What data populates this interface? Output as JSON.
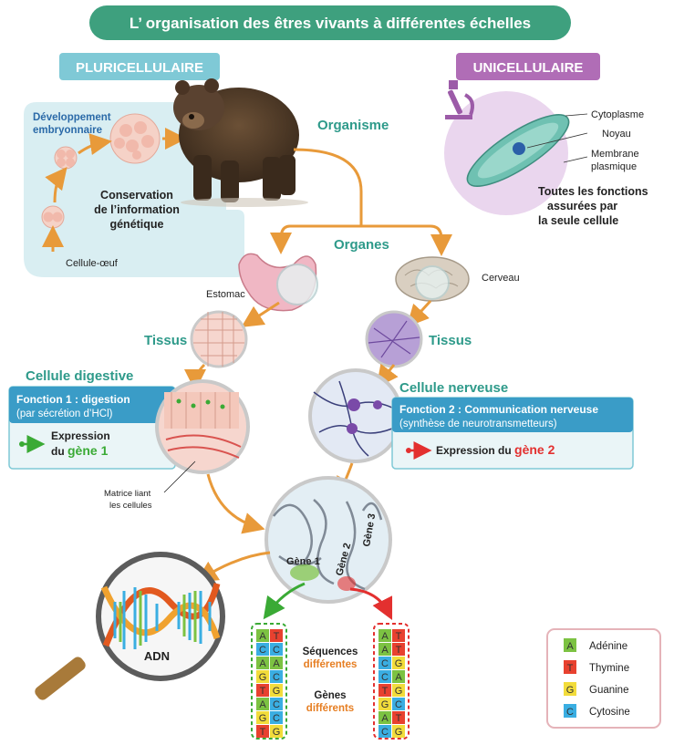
{
  "title": "L’ organisation des êtres vivants à différentes échelles",
  "multicellular": {
    "badge": "PLURICELLULAIRE",
    "dev_label_1": "Développement",
    "dev_label_2": "embryonnaire",
    "conserv_1": "Conservation",
    "conserv_2": "de l’information",
    "conserv_3": "génétique",
    "egg_label": "Cellule-œuf"
  },
  "unicellular": {
    "badge": "UNICELLULAIRE",
    "cytoplasm": "Cytoplasme",
    "nucleus": "Noyau",
    "membrane_1": "Membrane",
    "membrane_2": "plasmique",
    "summary_1": "Toutes les fonctions",
    "summary_2": "assurées par",
    "summary_3": "la seule cellule"
  },
  "levels": {
    "organism": "Organisme",
    "organs": "Organes",
    "stomach": "Estomac",
    "brain": "Cerveau",
    "tissue_left": "Tissus",
    "tissue_right": "Tissus"
  },
  "digestive": {
    "title": "Cellule digestive",
    "function_title": "Fonction 1 : digestion",
    "function_sub": "(par sécrétion d’HCl)",
    "expr_1": "Expression",
    "expr_2_prefix": "du ",
    "gene": "gène 1",
    "matrix_1": "Matrice liant",
    "matrix_2": "les cellules"
  },
  "nervous": {
    "title": "Cellule nerveuse",
    "function_title": "Fonction 2 : Communication nerveuse",
    "function_sub": "(synthèse de neurotransmetteurs)",
    "expr_prefix": "Expression du ",
    "gene": "gène 2"
  },
  "chromosome": {
    "gene1": "Gène 1",
    "gene2": "Gène 2",
    "gene3": "Gène 3"
  },
  "dna_label": "ADN",
  "sequences": {
    "left": [
      "A",
      "T",
      "C",
      "C",
      "A",
      "A",
      "G",
      "C",
      "T",
      "G",
      "A",
      "C",
      "G",
      "C",
      "T",
      "G"
    ],
    "right": [
      "A",
      "T",
      "A",
      "T",
      "C",
      "G",
      "C",
      "A",
      "T",
      "G",
      "G",
      "C",
      "A",
      "T",
      "C",
      "G"
    ],
    "seq_1": "Séquences",
    "seq_2": "différentes",
    "genes_1": "Gènes",
    "genes_2": "différents"
  },
  "legend": [
    {
      "letter": "A",
      "name": "Adénine",
      "color": "#7cc242"
    },
    {
      "letter": "T",
      "name": "Thymine",
      "color": "#e8412f"
    },
    {
      "letter": "G",
      "name": "Guanine",
      "color": "#f2dc3b"
    },
    {
      "letter": "C",
      "name": "Cytosine",
      "color": "#3aaee2"
    }
  ],
  "colors": {
    "teal": "#2e9a8a",
    "orange_arrow": "#e89a3a",
    "gene_green": "#3aaa35",
    "gene_red": "#e3302f",
    "light_panel": "#d9eef2"
  }
}
